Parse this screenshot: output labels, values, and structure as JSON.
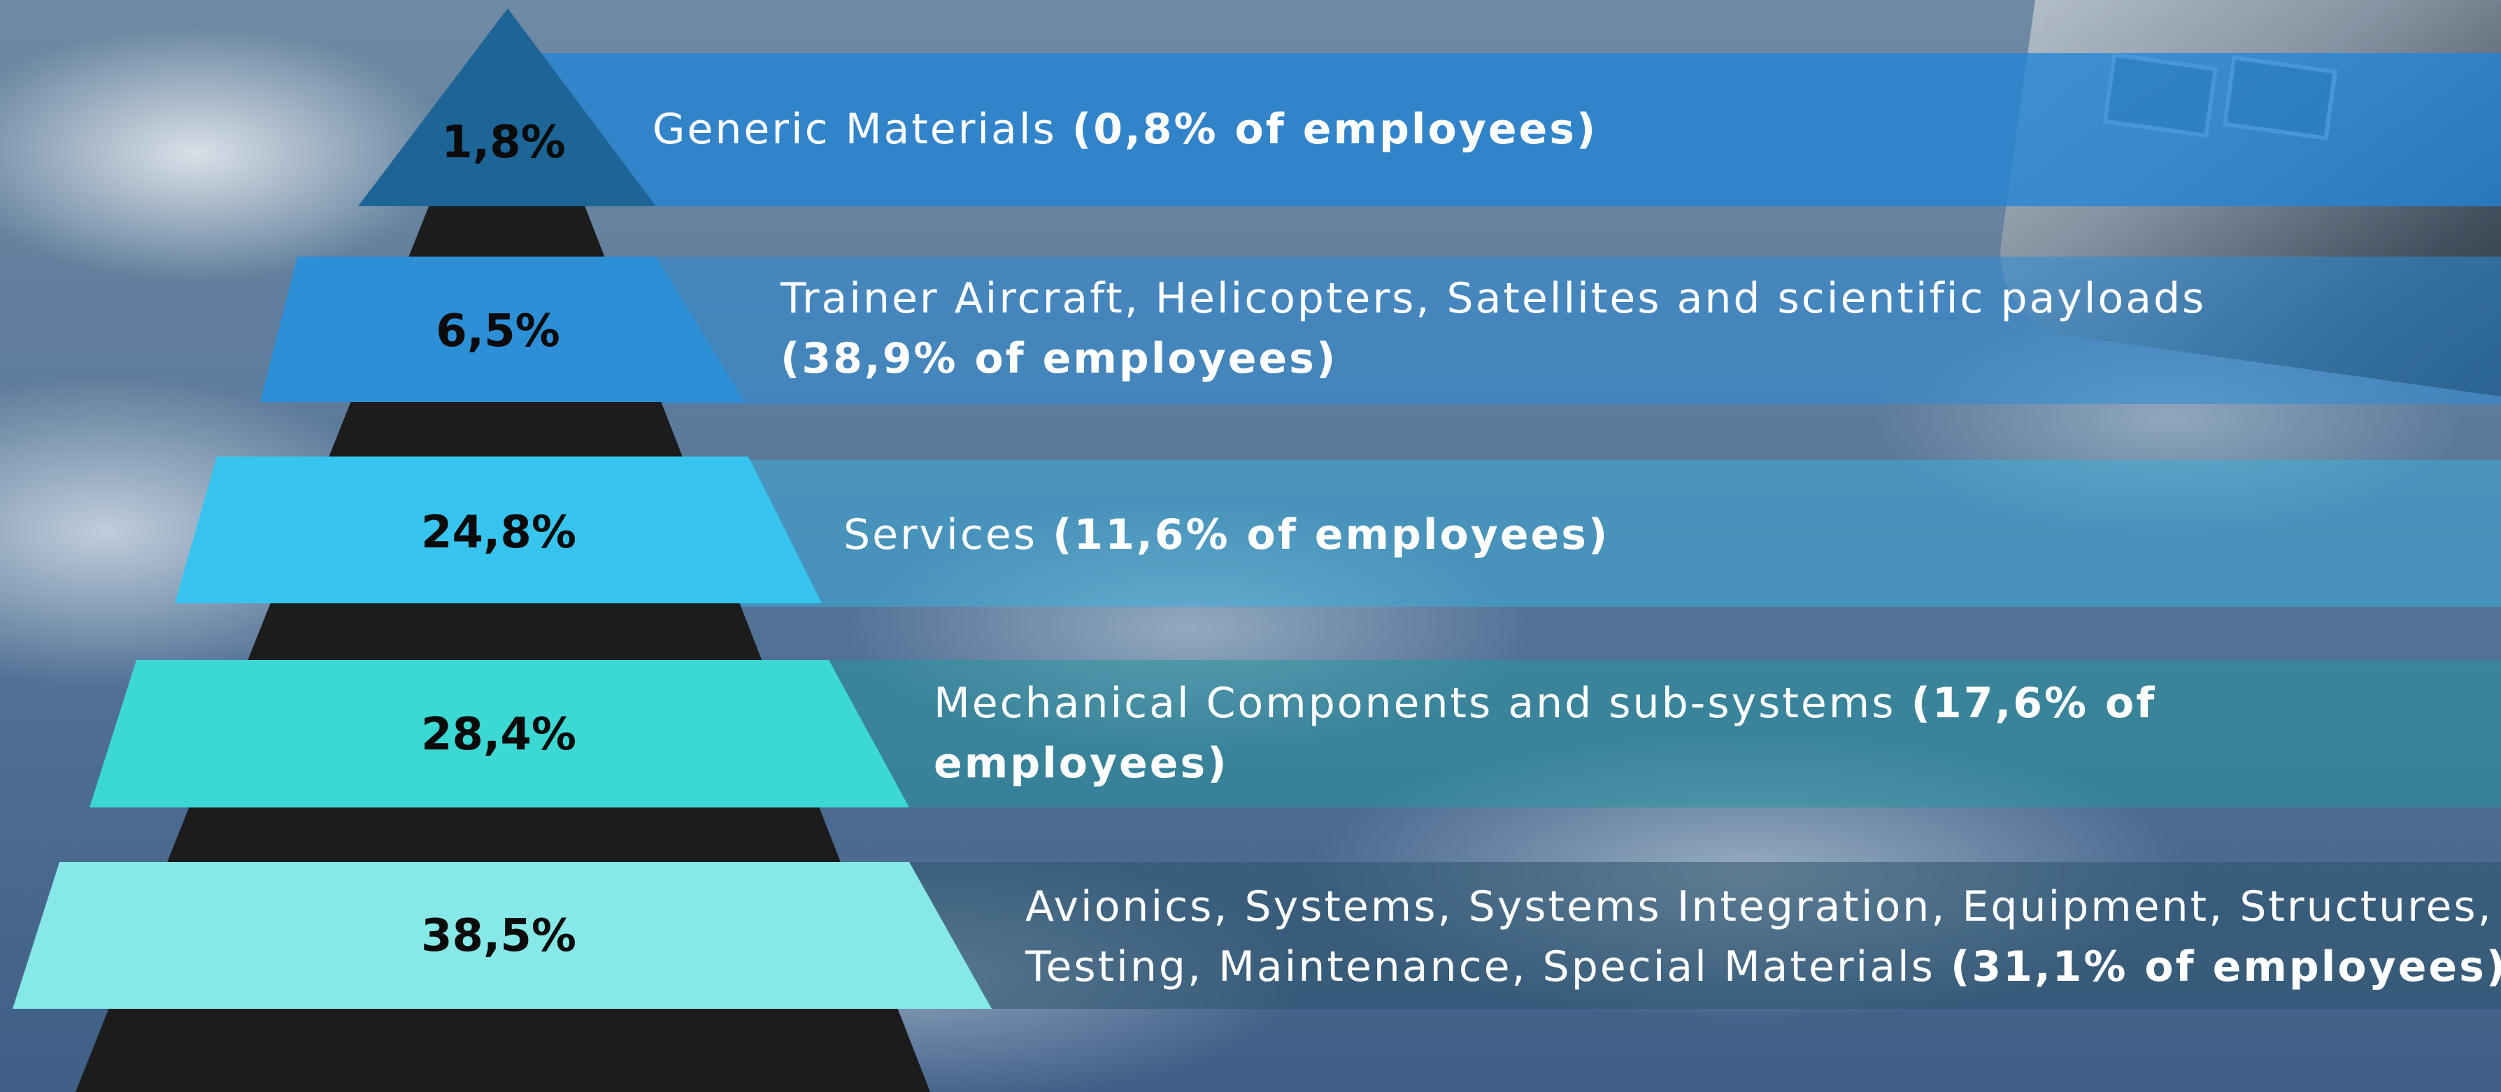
{
  "colors": {
    "pyramid_body": "#1c1c1c",
    "tier_1": "#1d6597",
    "tier_2": "#2d8fd6",
    "tier_3": "#37c5ef",
    "tier_4": "#3cd8d4",
    "tier_5": "#86e8e7",
    "band_1": "rgba(35,132,214,0.78)",
    "band_2": "rgba(45,140,215,0.55)",
    "band_3": "rgba(55,175,222,0.5)",
    "band_4": "rgba(40,150,160,0.55)",
    "band_5": "rgba(45,85,110,0.55)"
  },
  "tiers": [
    {
      "percent": "1,8%",
      "label": "Generic Materials",
      "employees": "(0,8% of employees)"
    },
    {
      "percent": "6,5%",
      "label": "Trainer Aircraft, Helicopters, Satellites and scientific payloads",
      "employees": "(38,9% of employees)"
    },
    {
      "percent": "24,8%",
      "label": "Services",
      "employees": "(11,6% of employees)"
    },
    {
      "percent": "28,4%",
      "label": "Mechanical Components and sub-systems",
      "employees": "(17,6% of",
      "employees_cont": "employees)"
    },
    {
      "percent": "38,5%",
      "label": "Avionics, Systems, Systems Integration, Equipment, Structures,",
      "label_cont": "Testing, Maintenance, Special Materials",
      "employees": "(31,1% of employees)"
    }
  ]
}
